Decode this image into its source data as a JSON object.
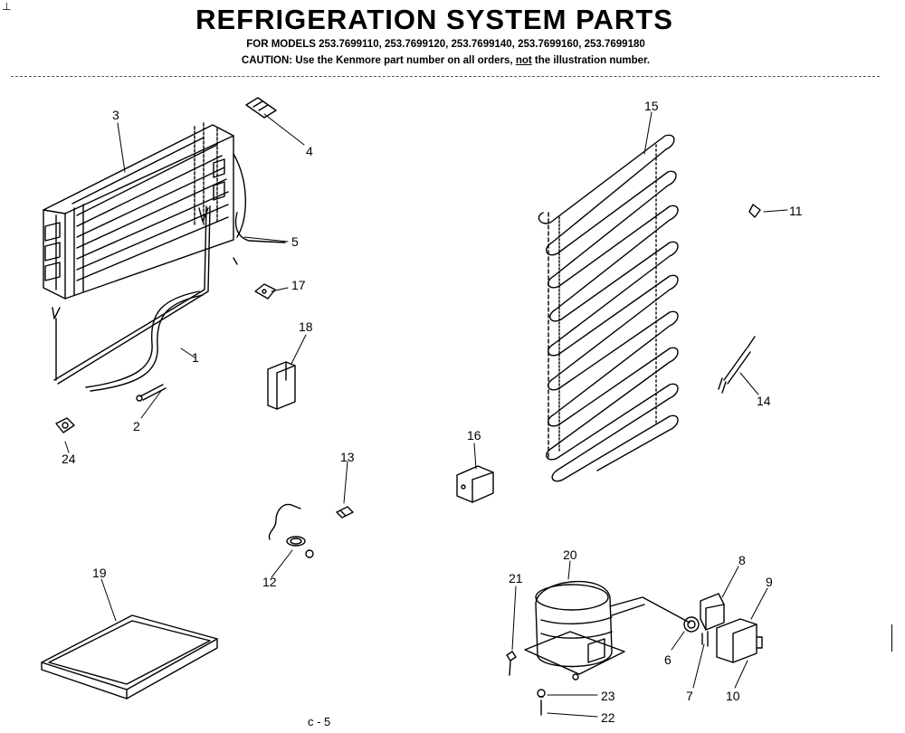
{
  "header": {
    "title": "REFRIGERATION SYSTEM PARTS",
    "models_line": "FOR MODELS 253.7699110, 253.7699120, 253.7699140, 253.7699160, 253.7699180",
    "caution_prefix": "CAUTION: Use the Kenmore part number on all orders,",
    "caution_not": "not",
    "caution_suffix": "the illustration number."
  },
  "corner_mark": "⊥",
  "page_number": "c - 5",
  "callouts": {
    "c1": "1",
    "c2": "2",
    "c3": "3",
    "c4": "4",
    "c5": "5",
    "c6": "6",
    "c7": "7",
    "c8": "8",
    "c9": "9",
    "c10": "10",
    "c11": "11",
    "c12": "12",
    "c13": "13",
    "c14": "14",
    "c15": "15",
    "c16": "16",
    "c17": "17",
    "c18": "18",
    "c19": "19",
    "c20": "20",
    "c21": "21",
    "c22": "22",
    "c23": "23",
    "c24": "24"
  }
}
